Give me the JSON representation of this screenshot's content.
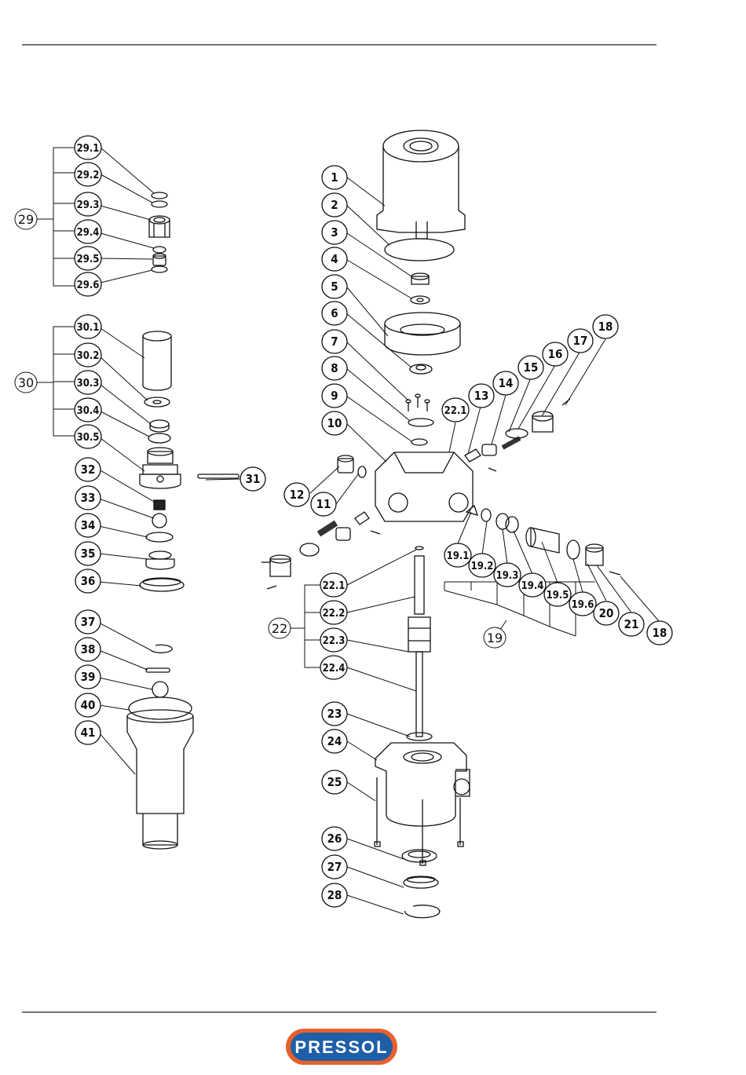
{
  "callouts": {
    "c29_1": "29.1",
    "c29_2": "29.2",
    "c29_3": "29.3",
    "c29_4": "29.4",
    "c29_5": "29.5",
    "c29_6": "29.6",
    "c30_1": "30.1",
    "c30_2": "30.2",
    "c30_3": "30.3",
    "c30_4": "30.4",
    "c30_5": "30.5",
    "c31": "31",
    "c32": "32",
    "c33": "33",
    "c34": "34",
    "c35": "35",
    "c36": "36",
    "c37": "37",
    "c38": "38",
    "c39": "39",
    "c40": "40",
    "c41": "41",
    "c1": "1",
    "c2": "2",
    "c3": "3",
    "c4": "4",
    "c5": "5",
    "c6": "6",
    "c7": "7",
    "c8": "8",
    "c9": "9",
    "c10": "10",
    "c11": "11",
    "c12": "12",
    "c13": "13",
    "c14": "14",
    "c15": "15",
    "c16": "16",
    "c17": "17",
    "c18a": "18",
    "c18b": "18",
    "c19_1": "19.1",
    "c19_2": "19.2",
    "c19_3": "19.3",
    "c19_4": "19.4",
    "c19_5": "19.5",
    "c19_6": "19.6",
    "c20": "20",
    "c21": "21",
    "c22_1a": "22.1",
    "c22_1b": "22.1",
    "c22_2": "22.2",
    "c22_3": "22.3",
    "c22_4": "22.4",
    "c23": "23",
    "c24": "24",
    "c25": "25",
    "c26": "26",
    "c27": "27",
    "c28": "28"
  },
  "groups": {
    "g29": "29",
    "g30": "30",
    "g22": "22",
    "g19": "19"
  },
  "logo": {
    "text": "PRESSOL",
    "color_outer": "#e8602c",
    "color_inner": "#1f5fa8"
  },
  "colors": {
    "line": "#111111",
    "part_fill": "#ffffff"
  }
}
